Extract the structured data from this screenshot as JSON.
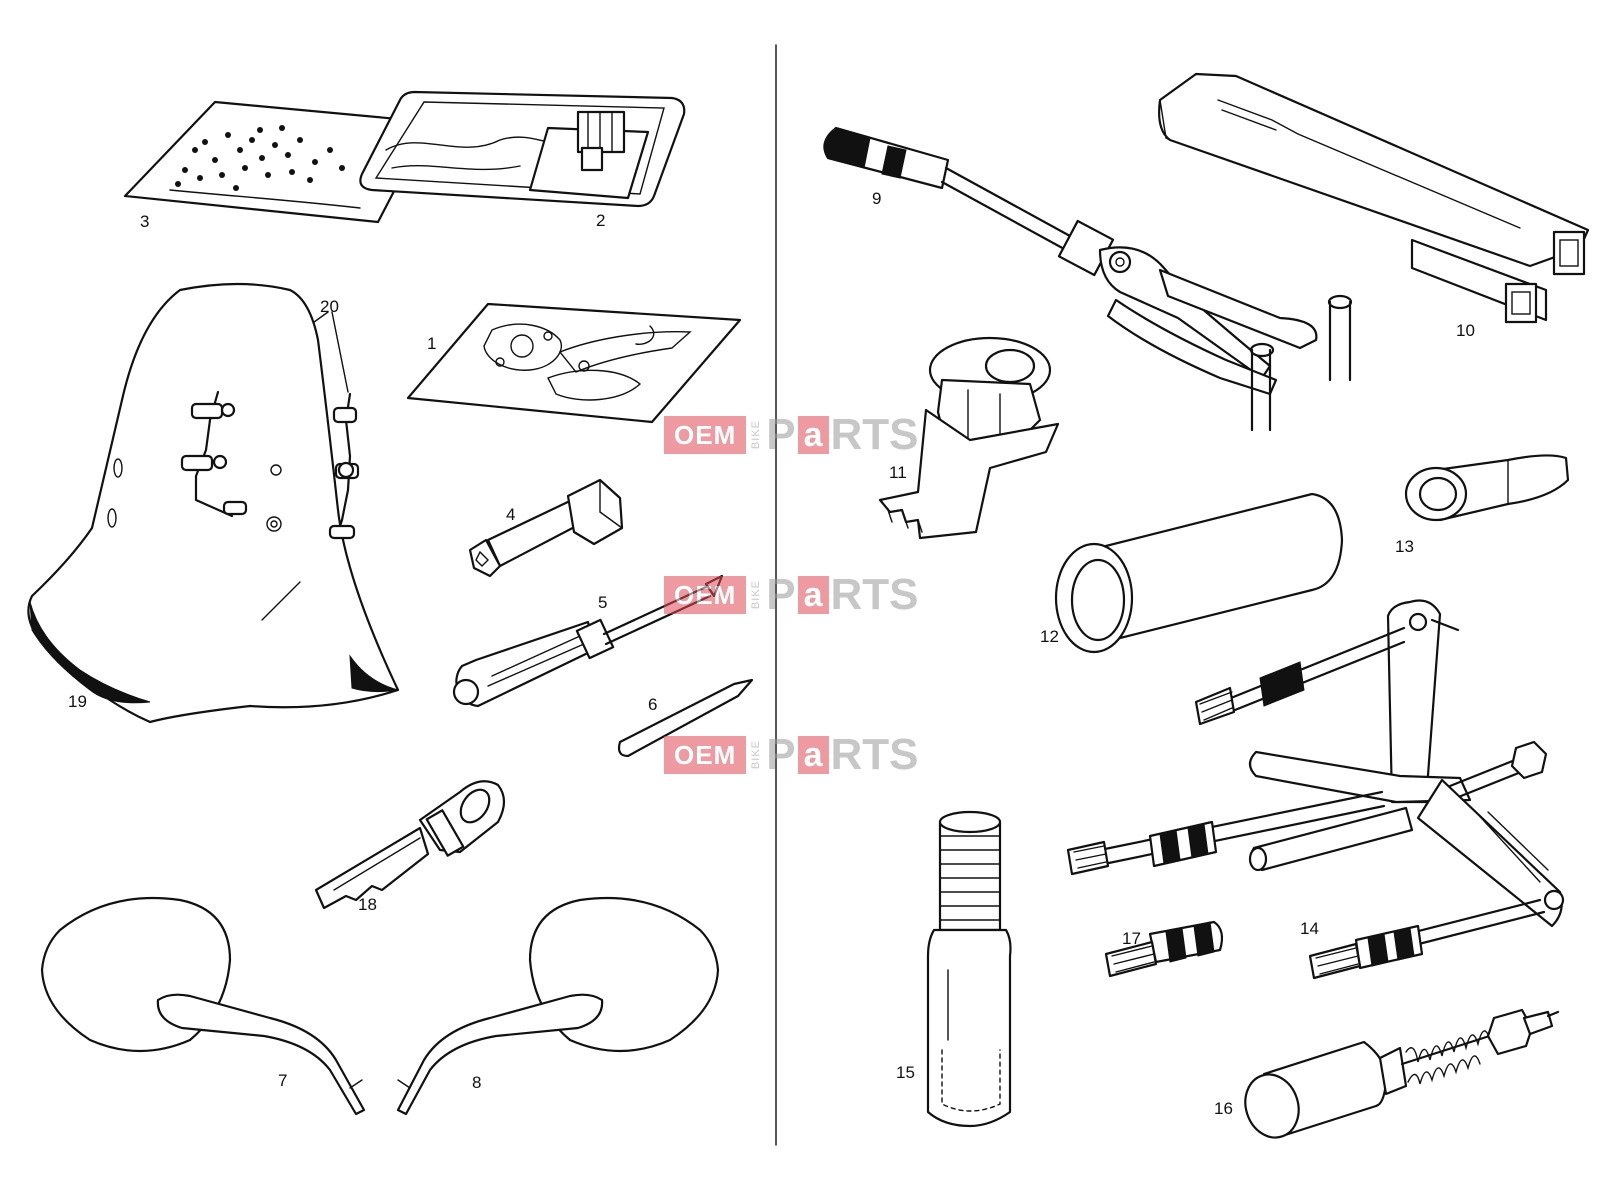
{
  "diagram": {
    "part_labels": {
      "p1": "1",
      "p2": "2",
      "p3": "3",
      "p4": "4",
      "p5": "5",
      "p6": "6",
      "p7": "7",
      "p8": "8",
      "p9": "9",
      "p10": "10",
      "p11": "11",
      "p12": "12",
      "p13": "13",
      "p14": "14",
      "p15": "15",
      "p16": "16",
      "p17": "17",
      "p18": "18",
      "p19": "19",
      "p20": "20"
    }
  },
  "watermark": {
    "oem": "OEM",
    "bike": "BIKE",
    "p": "P",
    "a": "a",
    "rts": "RTS"
  },
  "colors": {
    "ink": "#111111",
    "watermark_red": "#e04a55",
    "watermark_gray": "#9a9a9a"
  }
}
